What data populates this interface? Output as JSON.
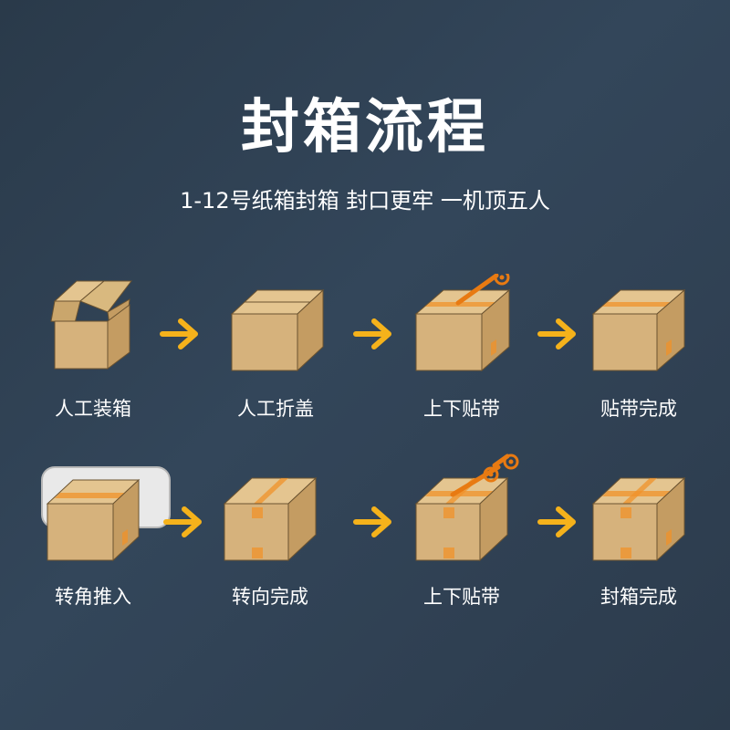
{
  "header": {
    "title": "封箱流程",
    "subtitle": "1-12号纸箱封箱 封口更牢 一机顶五人"
  },
  "colors": {
    "background": "#2f4052",
    "arrow": "#f5b21b",
    "box_front": "#d6b27c",
    "box_top": "#e4c590",
    "box_side": "#c49c62",
    "tape": "#f0922a",
    "tape_roller": "#e87a12"
  },
  "steps": [
    {
      "label": "人工装箱"
    },
    {
      "label": "人工折盖"
    },
    {
      "label": "上下贴带"
    },
    {
      "label": "贴带完成"
    },
    {
      "label": "转角推入"
    },
    {
      "label": "转向完成"
    },
    {
      "label": "上下贴带"
    },
    {
      "label": "封箱完成"
    }
  ]
}
